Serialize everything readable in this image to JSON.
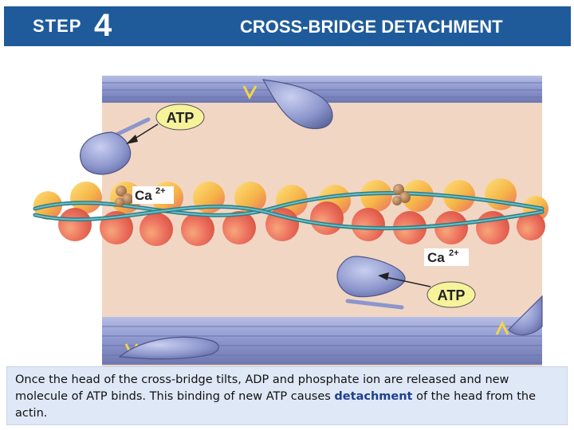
{
  "header": {
    "step_word": "STEP",
    "step_number": "4",
    "title": "CROSS-BRIDGE DETACHMENT"
  },
  "labels": {
    "atp": "ATP",
    "calcium": "Ca",
    "calcium_charge": "2+"
  },
  "caption": {
    "part1": "Once the head of the cross-bridge tilts, ADP and phosphate ion are released and new molecule of ATP binds. This binding of new ATP causes ",
    "highlight": "detachment",
    "part2": " of the head from the actin."
  },
  "colors": {
    "header_bg": "#1f5b9b",
    "header_text": "#ffffff",
    "background_tan": "#f1d6c4",
    "myosin_blue": "#8c96cc",
    "actin_orange": "#ef7563",
    "actin_yellow": "#f5c84b",
    "tropomyosin_teal": "#3f9aa4",
    "label_bg": "#f7f39a",
    "caption_bg": "#dfe8f6",
    "highlight_text": "#1f3f8f"
  }
}
